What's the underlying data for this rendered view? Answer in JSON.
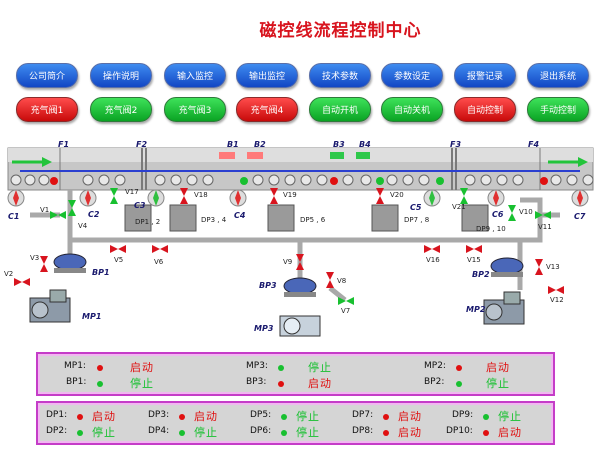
{
  "title": "磁控线流程控制中心",
  "nav_buttons": [
    "公司简介",
    "操作说明",
    "输入监控",
    "输出监控",
    "技术参数",
    "参数设定",
    "报警记录",
    "退出系统"
  ],
  "control_buttons": [
    {
      "label": "充气阀1",
      "state": "red"
    },
    {
      "label": "充气阀2",
      "state": "green"
    },
    {
      "label": "充气阀3",
      "state": "green"
    },
    {
      "label": "充气阀4",
      "state": "red"
    },
    {
      "label": "自动开机",
      "state": "green"
    },
    {
      "label": "自动关机",
      "state": "green"
    },
    {
      "label": "自动控制",
      "state": "red"
    },
    {
      "label": "手动控制",
      "state": "green"
    }
  ],
  "diagram": {
    "chamber_labels": [
      "F1",
      "F2",
      "B1",
      "B2",
      "B3",
      "B4",
      "F3",
      "F4"
    ],
    "compartment_labels": [
      "C1",
      "C2",
      "C3",
      "C4",
      "C5",
      "C6",
      "C7"
    ],
    "valve_labels": [
      "V1",
      "V2",
      "V3",
      "V4",
      "V5",
      "V6",
      "V7",
      "V8",
      "V9",
      "V10",
      "V11",
      "V12",
      "V13",
      "V15",
      "V16",
      "V17",
      "V18",
      "V19",
      "V20",
      "V21"
    ],
    "dp_labels": [
      "DP1 , 2",
      "DP3 , 4",
      "DP5 , 6",
      "DP7 , 8",
      "DP9 , 10"
    ],
    "bp_labels": [
      "BP1",
      "BP2",
      "BP3"
    ],
    "mp_labels": [
      "MP1",
      "MP2",
      "MP3"
    ],
    "colors": {
      "pipe": "#a9a9a9",
      "chamber": "#bdbdbd",
      "flow_arrow": "#22c43a",
      "valve_red": "#d8141e",
      "valve_green": "#18c030"
    }
  },
  "pump_status": [
    {
      "name": "MP1:",
      "status": "启动",
      "state": "red"
    },
    {
      "name": "MP3:",
      "status": "停止",
      "state": "green"
    },
    {
      "name": "MP2:",
      "status": "启动",
      "state": "red"
    },
    {
      "name": "BP1:",
      "status": "停止",
      "state": "green"
    },
    {
      "name": "BP3:",
      "status": "启动",
      "state": "red"
    },
    {
      "name": "BP2:",
      "status": "停止",
      "state": "green"
    }
  ],
  "dp_status": [
    {
      "name": "DP1:",
      "status": "启动",
      "state": "red"
    },
    {
      "name": "DP3:",
      "status": "启动",
      "state": "red"
    },
    {
      "name": "DP5:",
      "status": "停止",
      "state": "green"
    },
    {
      "name": "DP7:",
      "status": "启动",
      "state": "red"
    },
    {
      "name": "DP9:",
      "status": "停止",
      "state": "green"
    },
    {
      "name": "DP2:",
      "status": "停止",
      "state": "green"
    },
    {
      "name": "DP4:",
      "status": "停止",
      "state": "green"
    },
    {
      "name": "DP6:",
      "status": "停止",
      "state": "green"
    },
    {
      "name": "DP8:",
      "status": "启动",
      "state": "red"
    },
    {
      "name": "DP10:",
      "status": "启动",
      "state": "red"
    }
  ]
}
